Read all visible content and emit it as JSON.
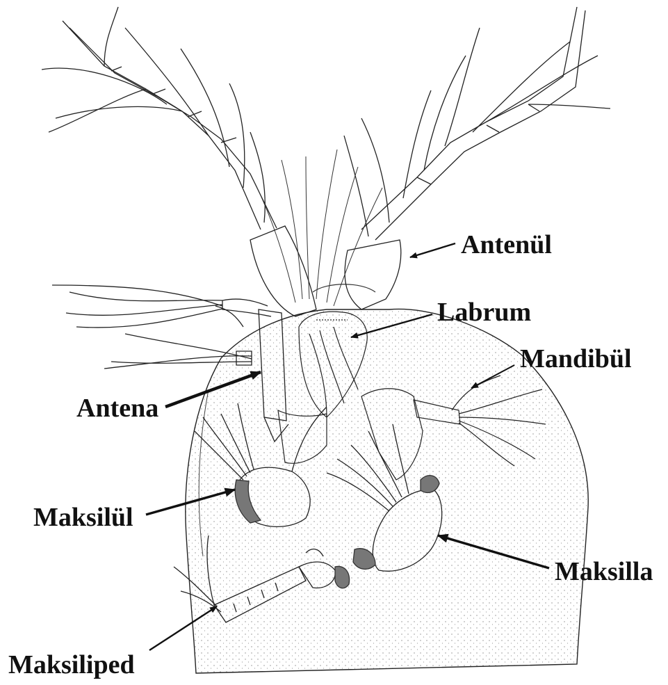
{
  "figure": {
    "labels": {
      "antenul": "Antenül",
      "labrum": "Labrum",
      "mandibul": "Mandibül",
      "antena": "Antena",
      "maksilul": "Maksilül",
      "maksilla": "Maksilla",
      "maksiliped": "Maksiliped"
    },
    "colors": {
      "ink": "#111111",
      "background": "#ffffff",
      "stipple": "#8a8a8a"
    }
  }
}
